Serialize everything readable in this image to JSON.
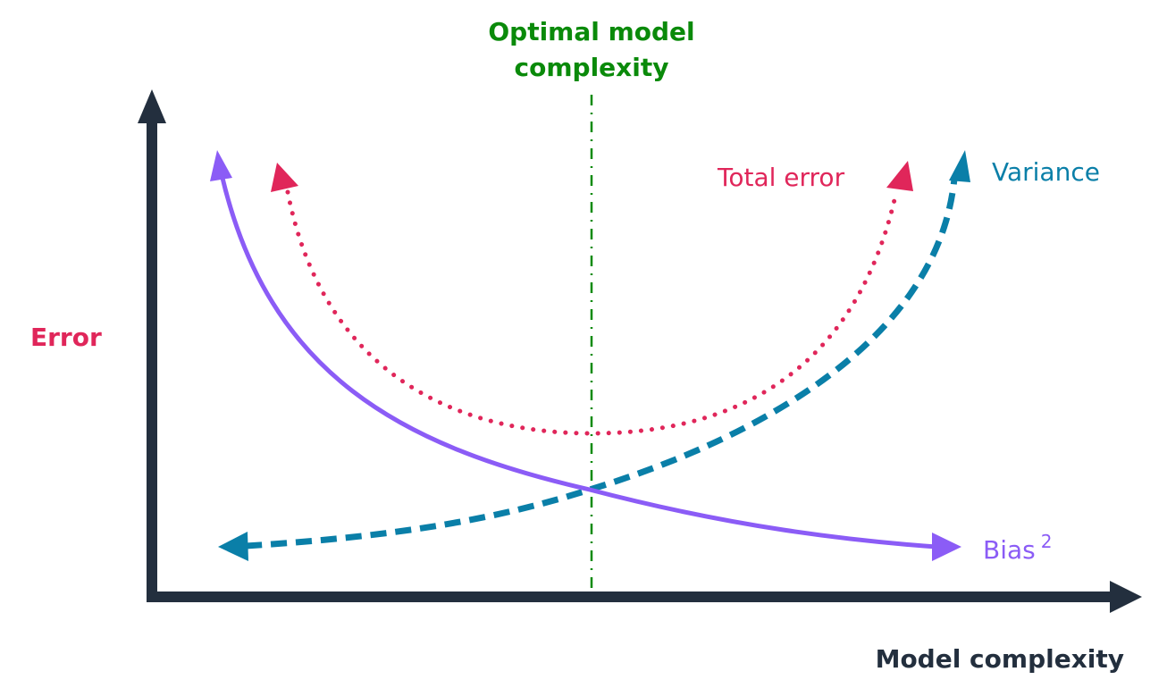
{
  "diagram": {
    "optimal_label_line1": "Optimal model",
    "optimal_label_line2": "complexity",
    "y_axis_label": "Error",
    "x_axis_label": "Model complexity",
    "curves": {
      "total_error": "Total error",
      "variance": "Variance",
      "bias": "Bias",
      "bias_superscript": "2"
    },
    "colors": {
      "axis": "#232f3e",
      "optimal": "#0a8a0a",
      "total_error": "#e0265a",
      "variance": "#0a7fa8",
      "bias": "#8b5cf6",
      "error_label": "#e0265a"
    }
  }
}
